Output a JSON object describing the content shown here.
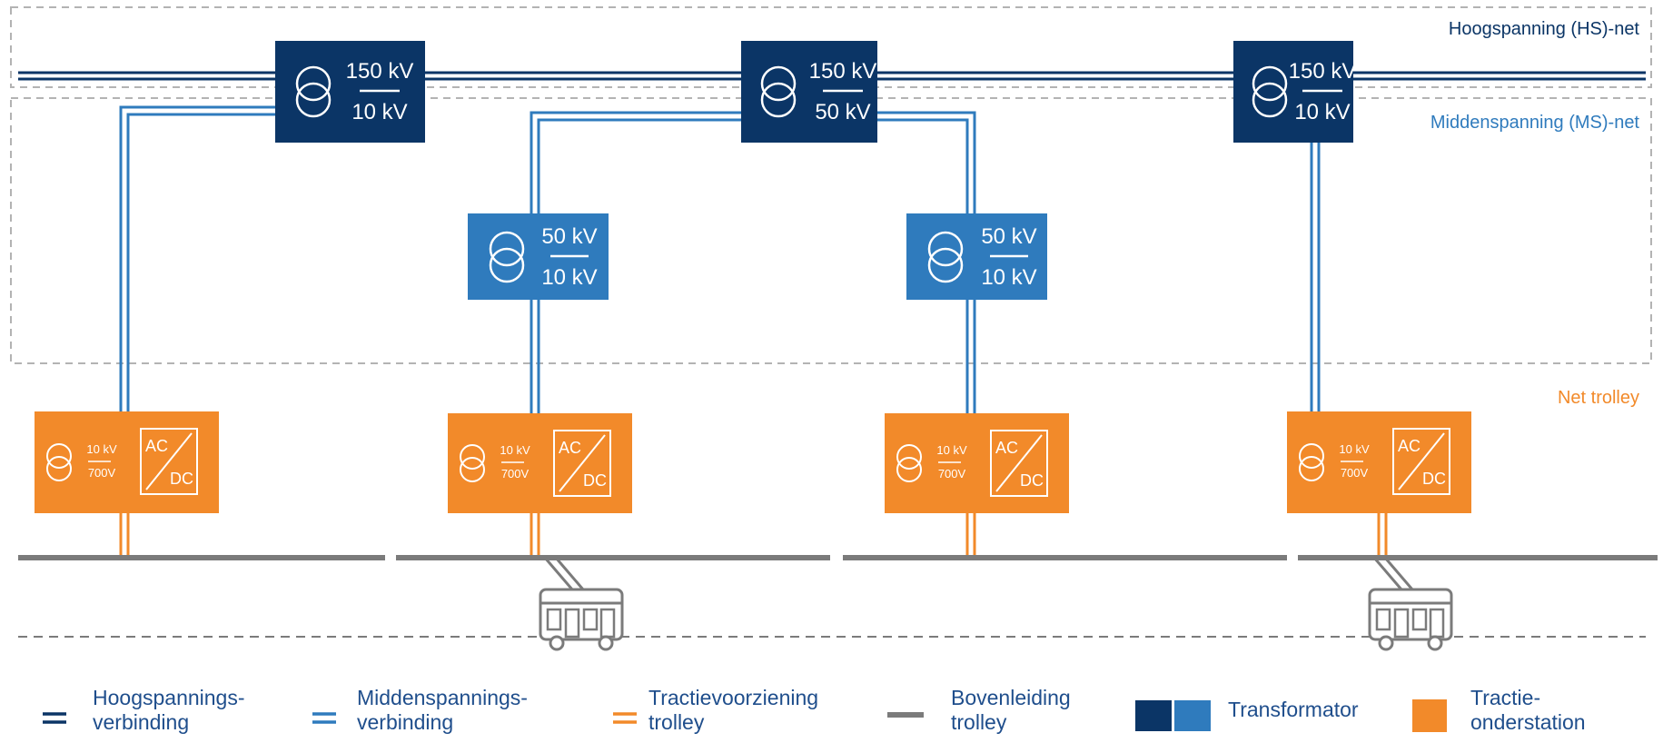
{
  "zones": {
    "hs_label": "Hoogspanning (HS)-net",
    "ms_label": "Middenspanning (MS)-net",
    "trolley_label": "Net trolley"
  },
  "hs_transformers": [
    {
      "top": "150 kV",
      "bottom": "10 kV"
    },
    {
      "top": "150 kV",
      "bottom": "50 kV"
    },
    {
      "top": "150 kV",
      "bottom": "10 kV"
    }
  ],
  "ms_transformers": [
    {
      "top": "50 kV",
      "bottom": "10 kV"
    },
    {
      "top": "50 kV",
      "bottom": "10 kV"
    }
  ],
  "substations": [
    {
      "top": "10 kV",
      "bottom": "700V",
      "ac": "AC",
      "dc": "DC"
    },
    {
      "top": "10 kV",
      "bottom": "700V",
      "ac": "AC",
      "dc": "DC"
    },
    {
      "top": "10 kV",
      "bottom": "700V",
      "ac": "AC",
      "dc": "DC"
    },
    {
      "top": "10 kV",
      "bottom": "700V",
      "ac": "AC",
      "dc": "DC"
    }
  ],
  "legend": {
    "hs_line": "Hoogspannings-\nverbinding",
    "ms_line": "Middenspannings-\nverbinding",
    "traction_line": "Tractievoorziening\ntrolley",
    "overhead_line": "Bovenleiding\ntrolley",
    "transformer": "Transformator",
    "substation": "Tractie-\nonderstation"
  },
  "colors": {
    "hs": "#0b3566",
    "ms": "#2f7bbd",
    "traction": "#f28a2a",
    "overhead": "#7b7b7b",
    "dashed": "#b3b3b3",
    "legend_text": "#1f4e8c"
  }
}
